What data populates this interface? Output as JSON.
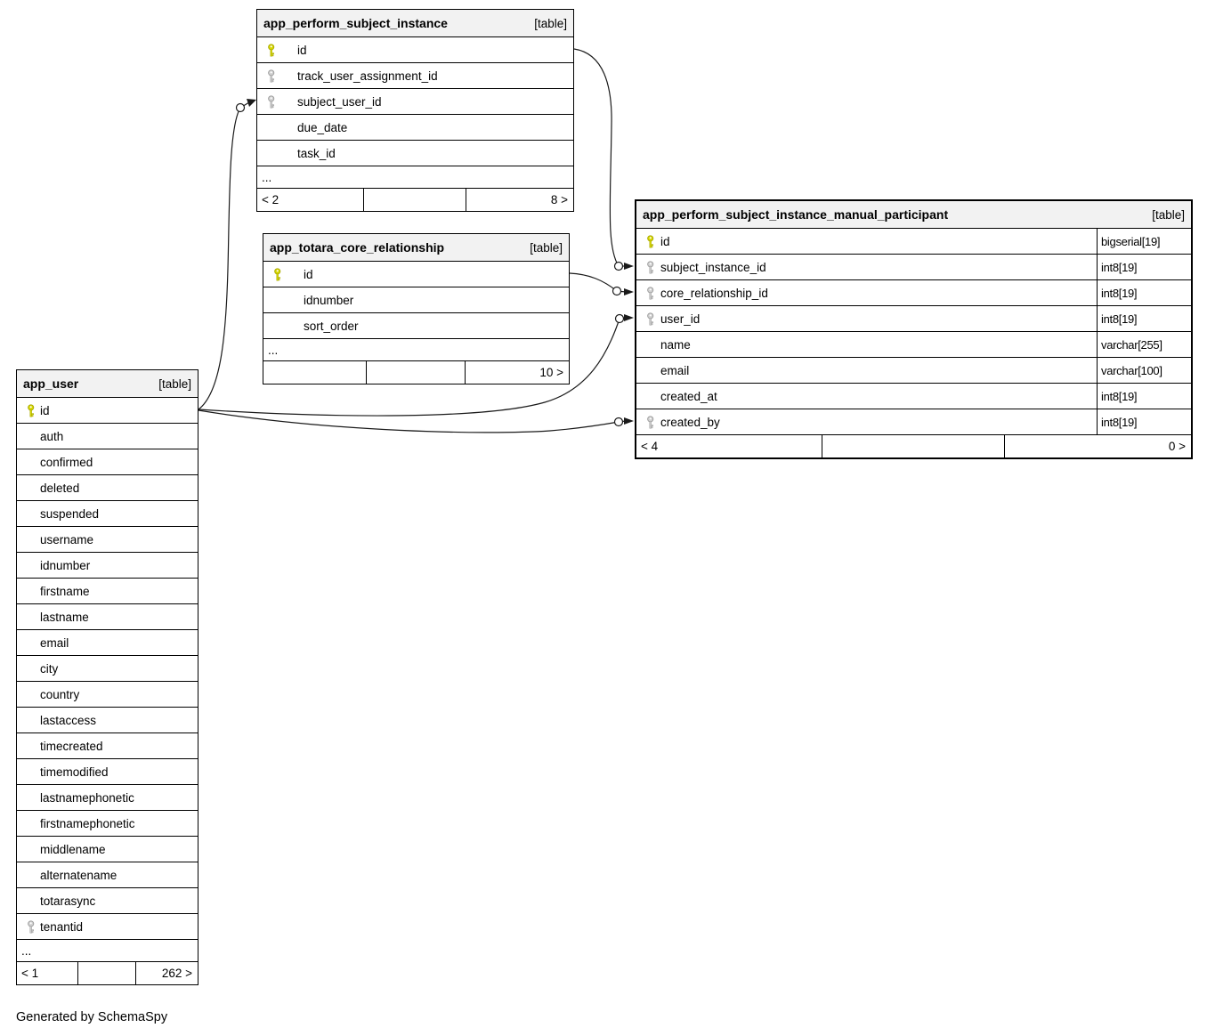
{
  "generator_note": "Generated by SchemaSpy",
  "colors": {
    "pk_key": "#d6d600",
    "pk_key_stroke": "#a8a800",
    "fk_key": "#d0d0d0",
    "fk_key_stroke": "#9a9a9a",
    "header_bg": "#f2f2f2",
    "border": "#000000",
    "line": "#1a1a1a"
  },
  "tables": [
    {
      "title": "app_perform_subject_instance",
      "badge": "[table]",
      "columns": [
        {
          "name": "id",
          "key": "pk"
        },
        {
          "name": "track_user_assignment_id",
          "key": "fk"
        },
        {
          "name": "subject_user_id",
          "key": "fk"
        },
        {
          "name": "due_date",
          "key": ""
        },
        {
          "name": "task_id",
          "key": ""
        }
      ],
      "ellipsis": "...",
      "footer": {
        "left": "< 2",
        "center": "",
        "right": "8 >"
      }
    },
    {
      "title": "app_totara_core_relationship",
      "badge": "[table]",
      "columns": [
        {
          "name": "id",
          "key": "pk"
        },
        {
          "name": "idnumber",
          "key": ""
        },
        {
          "name": "sort_order",
          "key": ""
        }
      ],
      "ellipsis": "...",
      "footer": {
        "left": "",
        "center": "",
        "right": "10 >"
      }
    },
    {
      "title": "app_user",
      "badge": "[table]",
      "columns": [
        {
          "name": "id",
          "key": "pk"
        },
        {
          "name": "auth",
          "key": ""
        },
        {
          "name": "confirmed",
          "key": ""
        },
        {
          "name": "deleted",
          "key": ""
        },
        {
          "name": "suspended",
          "key": ""
        },
        {
          "name": "username",
          "key": ""
        },
        {
          "name": "idnumber",
          "key": ""
        },
        {
          "name": "firstname",
          "key": ""
        },
        {
          "name": "lastname",
          "key": ""
        },
        {
          "name": "email",
          "key": ""
        },
        {
          "name": "city",
          "key": ""
        },
        {
          "name": "country",
          "key": ""
        },
        {
          "name": "lastaccess",
          "key": ""
        },
        {
          "name": "timecreated",
          "key": ""
        },
        {
          "name": "timemodified",
          "key": ""
        },
        {
          "name": "lastnamephonetic",
          "key": ""
        },
        {
          "name": "firstnamephonetic",
          "key": ""
        },
        {
          "name": "middlename",
          "key": ""
        },
        {
          "name": "alternatename",
          "key": ""
        },
        {
          "name": "totarasync",
          "key": ""
        },
        {
          "name": "tenantid",
          "key": "fk"
        }
      ],
      "ellipsis": "...",
      "footer": {
        "left": "< 1",
        "center": "",
        "right": "262 >"
      }
    },
    {
      "title": "app_perform_subject_instance_manual_participant",
      "badge": "[table]",
      "columns": [
        {
          "name": "id",
          "key": "pk",
          "type": "bigserial[19]"
        },
        {
          "name": "subject_instance_id",
          "key": "fk",
          "type": "int8[19]"
        },
        {
          "name": "core_relationship_id",
          "key": "fk",
          "type": "int8[19]"
        },
        {
          "name": "user_id",
          "key": "fk",
          "type": "int8[19]"
        },
        {
          "name": "name",
          "key": "",
          "type": "varchar[255]"
        },
        {
          "name": "email",
          "key": "",
          "type": "varchar[100]"
        },
        {
          "name": "created_at",
          "key": "",
          "type": "int8[19]"
        },
        {
          "name": "created_by",
          "key": "fk",
          "type": "int8[19]"
        }
      ],
      "footer": {
        "left": "< 4",
        "center": "",
        "right": "0 >"
      }
    }
  ],
  "relationships": [
    {
      "from": "app_perform_subject_instance.id",
      "to": "app_perform_subject_instance_manual_participant.subject_instance_id"
    },
    {
      "from": "app_totara_core_relationship.id",
      "to": "app_perform_subject_instance_manual_participant.core_relationship_id"
    },
    {
      "from": "app_user.id",
      "to": "app_perform_subject_instance_manual_participant.user_id"
    },
    {
      "from": "app_user.id",
      "to": "app_perform_subject_instance_manual_participant.created_by"
    },
    {
      "from": "app_user.id",
      "to": "app_perform_subject_instance.subject_user_id"
    }
  ]
}
